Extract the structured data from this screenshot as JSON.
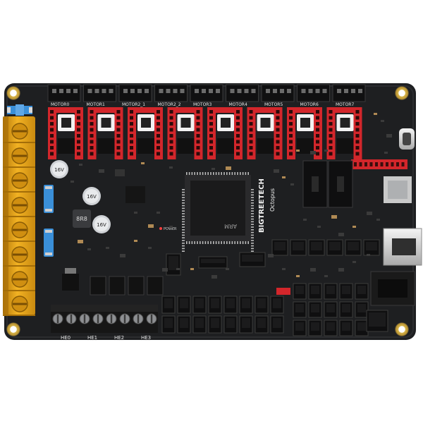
{
  "board": {
    "brand": "BIGTREETECH",
    "model": "Octopus",
    "mcu_brand": "ARM",
    "power_label": "POWER",
    "inductor_label": "8R8",
    "cap_labels": [
      "16V",
      "16V",
      "16V"
    ],
    "motor_labels": [
      "MOTOR0",
      "MOTOR1",
      "MOTOR2_1",
      "MOTOR2_2",
      "MOTOR3",
      "MOTOR4",
      "MOTOR5",
      "MOTOR6",
      "MOTOR7"
    ],
    "heater_labels": [
      "HE0",
      "HE1",
      "HE2",
      "HE3"
    ]
  },
  "colors": {
    "pcb": "#1e1f21",
    "terminal_block": "#e8a415",
    "driver_header": "#d3262b",
    "fuse": "#3a8fd8",
    "connector": "#0f0f10",
    "silkscreen": "#e6e6e6"
  }
}
